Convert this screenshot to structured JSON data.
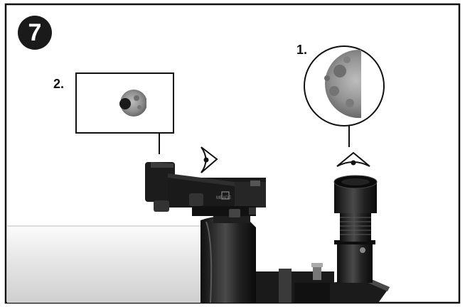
{
  "figure": {
    "step_number": "7",
    "label_eyepiece_view": "1.",
    "label_finder_view": "2."
  },
  "icons": {
    "eye_finder": "eye-icon",
    "eye_eyepiece": "eye-icon",
    "moon": "moon-icon",
    "finder_dot": "red-dot-icon"
  },
  "colors": {
    "ink": "#111111",
    "tube": "#e9e9e9",
    "metal_dark": "#1c1c1c",
    "moon_gray": "#9a9a9a"
  }
}
